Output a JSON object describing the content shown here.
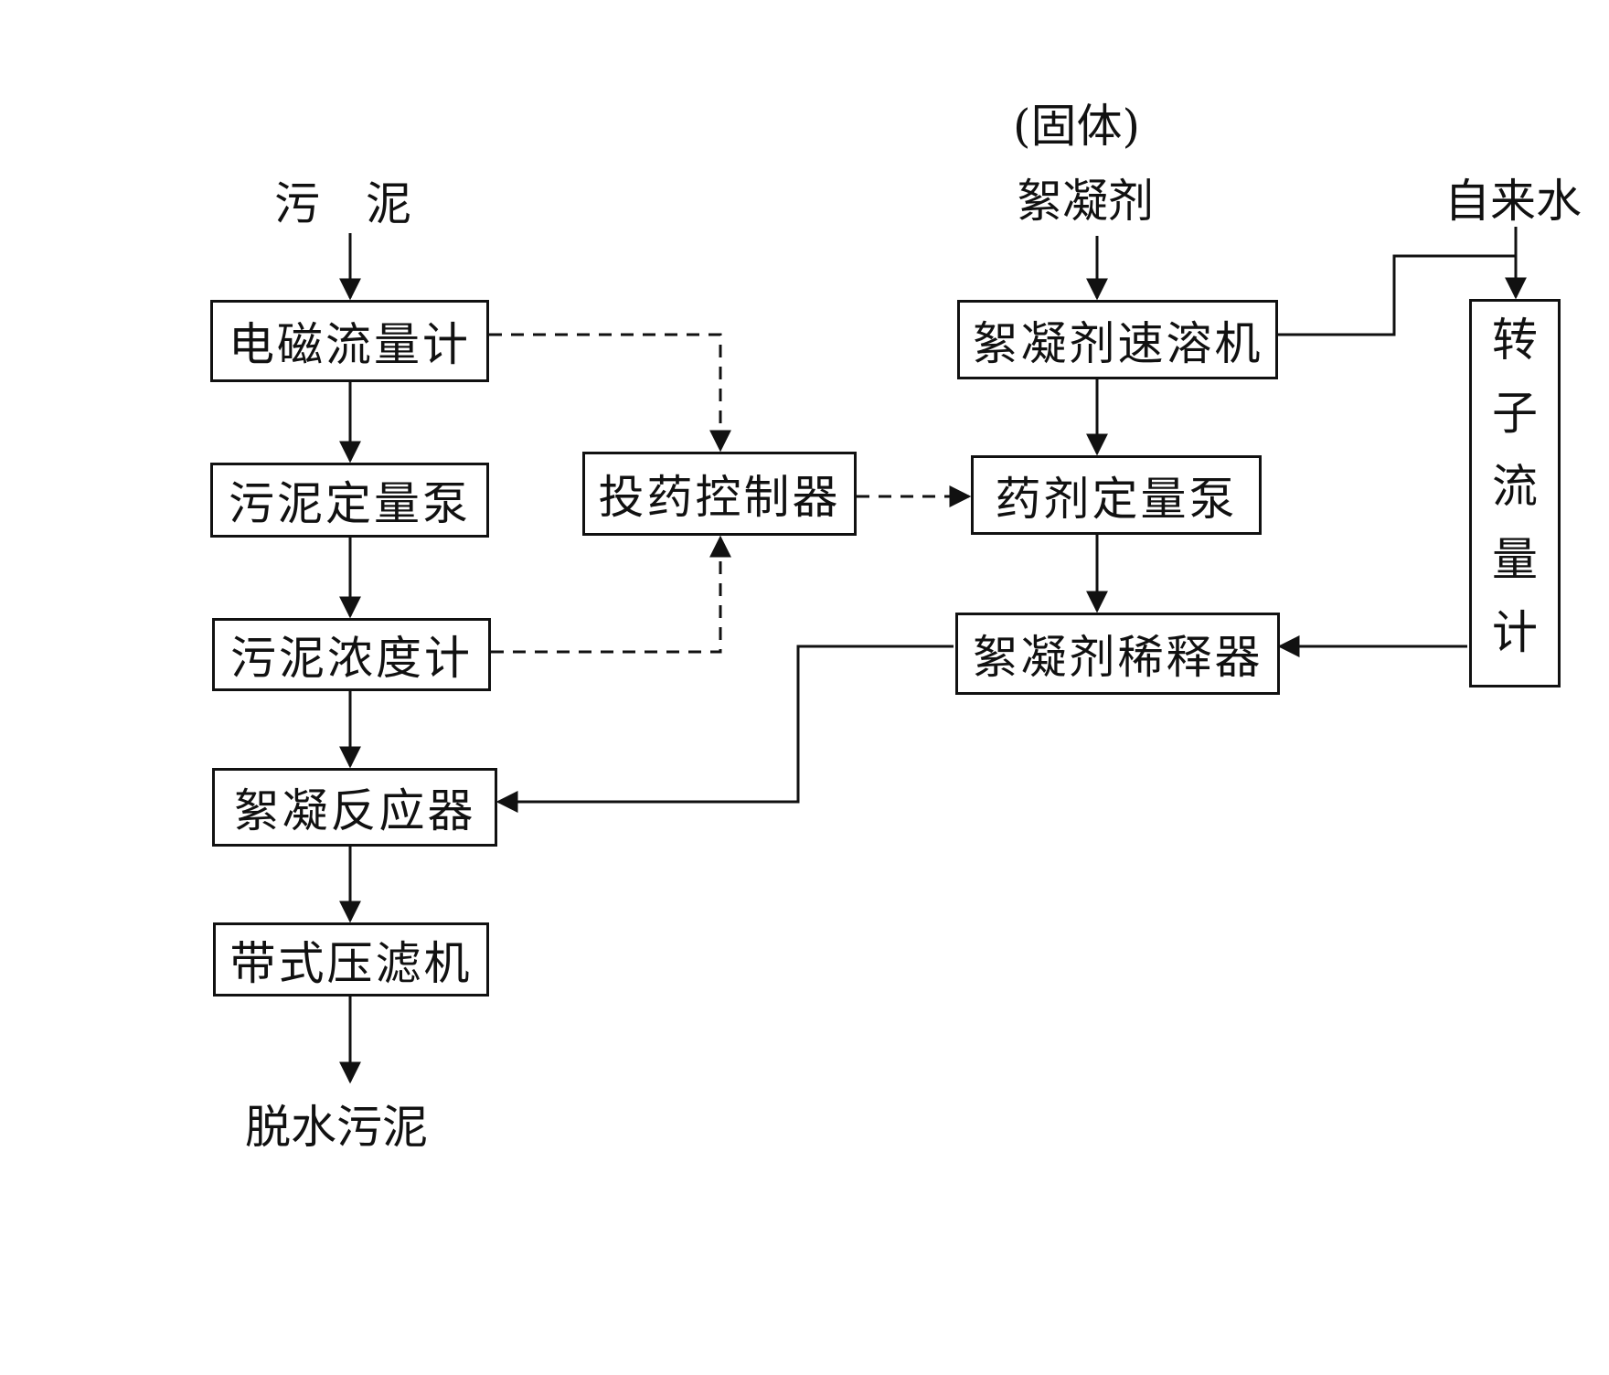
{
  "labels": {
    "sludge_in": "污　泥",
    "solid_note": "(固体)",
    "flocculant_in": "絮凝剂",
    "tap_water": "自来水",
    "dewatered": "脱水污泥"
  },
  "boxes": {
    "em_flowmeter": "电磁流量计",
    "sludge_pump": "污泥定量泵",
    "density_meter": "污泥浓度计",
    "floc_reactor": "絮凝反应器",
    "belt_press": "带式压滤机",
    "dosing_controller": "投药控制器",
    "dissolver": "絮凝剂速溶机",
    "chem_pump": "药剂定量泵",
    "diluter": "絮凝剂稀释器",
    "rotameter": [
      "转",
      "子",
      "流",
      "量",
      "计"
    ]
  }
}
